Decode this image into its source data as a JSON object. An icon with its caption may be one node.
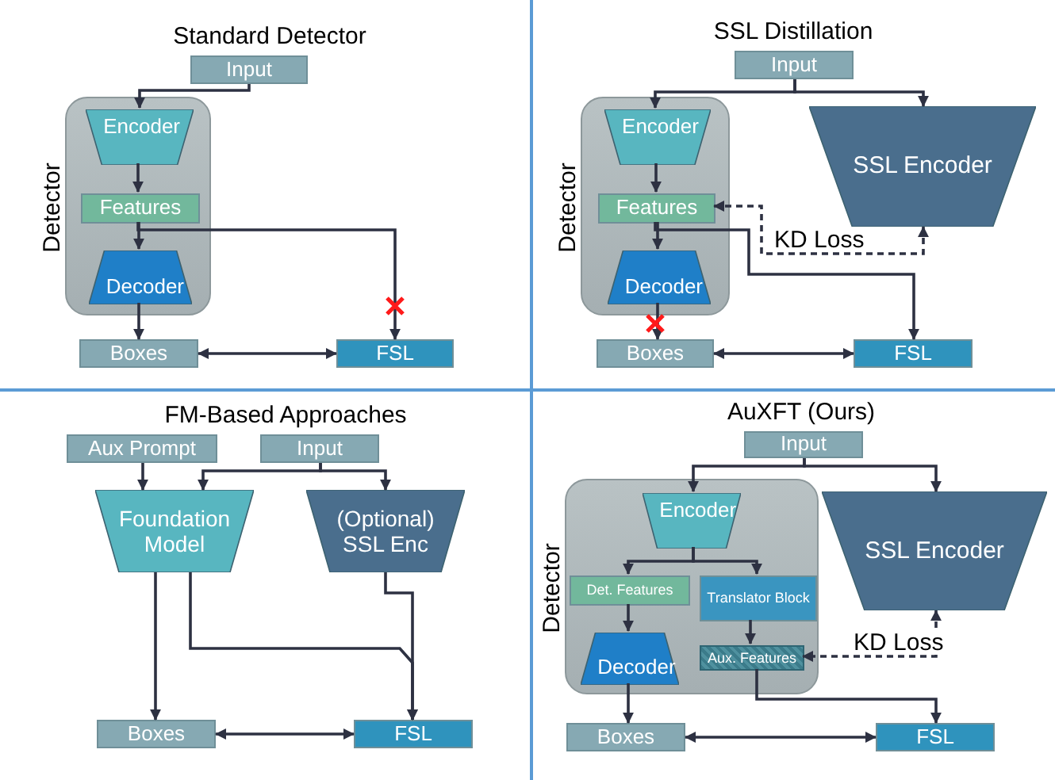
{
  "diagram": {
    "nodes": [
      {
        "text": [
          "Input"
        ]
      },
      {
        "text": [
          "Detector"
        ]
      },
      {
        "text": [
          "Encoder"
        ],
        "in": 1
      },
      {
        "text": [
          "Features"
        ],
        "in": 1
      },
      {
        "text": [
          "Decoder"
        ],
        "in": 1
      },
      {
        "text": [
          "Boxes"
        ]
      },
      {
        "text": [
          "FSL"
        ]
      },
      {
        "text": [
          "Input"
        ]
      },
      {
        "text": [
          "Detector"
        ]
      },
      {
        "text": [
          "Encoder"
        ],
        "in": 8
      },
      {
        "text": [
          "Features"
        ],
        "in": 8
      },
      {
        "text": [
          "Decoder"
        ],
        "in": 8
      },
      {
        "text": [
          "SSL Encoder"
        ]
      },
      {
        "text": [
          "Boxes"
        ]
      },
      {
        "text": [
          "FSL"
        ]
      },
      {
        "text": [
          "Aux Prompt"
        ]
      },
      {
        "text": [
          "Input"
        ]
      },
      {
        "text": [
          "Foundation Model"
        ]
      },
      {
        "text": [
          "(Optional) SSL Enc"
        ]
      },
      {
        "text": [
          "Boxes"
        ]
      },
      {
        "text": [
          "FSL"
        ]
      },
      {
        "text": [
          "Input"
        ]
      },
      {
        "text": [
          "Detector"
        ]
      },
      {
        "text": [
          "Encoder"
        ],
        "in": 22
      },
      {
        "text": [
          "Det. Features"
        ],
        "in": 22
      },
      {
        "text": [
          "Translator Block"
        ],
        "in": 22
      },
      {
        "text": [
          "Decoder"
        ],
        "in": 22
      },
      {
        "text": [
          "Aux. Features"
        ],
        "in": 22
      },
      {
        "text": [
          "SSL Encoder"
        ]
      },
      {
        "text": [
          "Boxes"
        ]
      },
      {
        "text": [
          "FSL"
        ]
      }
    ],
    "edges": [
      {
        "from": 0,
        "to": 2,
        "arrow": "to"
      },
      {
        "from": 2,
        "to": 3,
        "arrow": "to"
      },
      {
        "from": 3,
        "to": 4,
        "arrow": "to"
      },
      {
        "from": 3,
        "to": 6,
        "arrow": "to"
      },
      {
        "from": 4,
        "to": 5,
        "arrow": "to"
      },
      {
        "from": 5,
        "to": 6,
        "arrow": "both"
      },
      {
        "from": 7,
        "to": 9,
        "arrow": "to"
      },
      {
        "from": 7,
        "to": 12,
        "arrow": "to"
      },
      {
        "from": 9,
        "to": 10,
        "arrow": "to"
      },
      {
        "from": 10,
        "to": 11,
        "arrow": "to"
      },
      {
        "from": 10,
        "to": 14,
        "arrow": "to"
      },
      {
        "from": 11,
        "to": 13,
        "arrow": "to"
      },
      {
        "from": 13,
        "to": 14,
        "arrow": "both"
      },
      {
        "from": 12,
        "to": 10,
        "arrow": "both",
        "label": "KD Loss",
        "style": "dashed"
      },
      {
        "from": 15,
        "to": 17,
        "arrow": "to"
      },
      {
        "from": 16,
        "to": 17,
        "arrow": "to"
      },
      {
        "from": 16,
        "to": 18,
        "arrow": "to"
      },
      {
        "from": 17,
        "to": 19,
        "arrow": "to"
      },
      {
        "from": 17,
        "to": 20,
        "arrow": "to"
      },
      {
        "from": 18,
        "to": 20,
        "arrow": "to"
      },
      {
        "from": 19,
        "to": 20,
        "arrow": "both"
      },
      {
        "from": 21,
        "to": 23,
        "arrow": "to"
      },
      {
        "from": 21,
        "to": 28,
        "arrow": "to"
      },
      {
        "from": 23,
        "to": 24,
        "arrow": "to"
      },
      {
        "from": 23,
        "to": 25,
        "arrow": "to"
      },
      {
        "from": 24,
        "to": 26,
        "arrow": "to"
      },
      {
        "from": 25,
        "to": 27,
        "arrow": "to"
      },
      {
        "from": 28,
        "to": 27,
        "arrow": "both",
        "label": "KD Loss",
        "style": "dashed"
      },
      {
        "from": 26,
        "to": 29,
        "arrow": "to"
      },
      {
        "from": 27,
        "to": 30,
        "arrow": "to"
      },
      {
        "from": 29,
        "to": 30,
        "arrow": "both"
      }
    ],
    "labels": [
      "Standard Detector",
      "SSL Distillation",
      "FM-Based Approaches",
      "AuXFT (Ours)"
    ]
  }
}
